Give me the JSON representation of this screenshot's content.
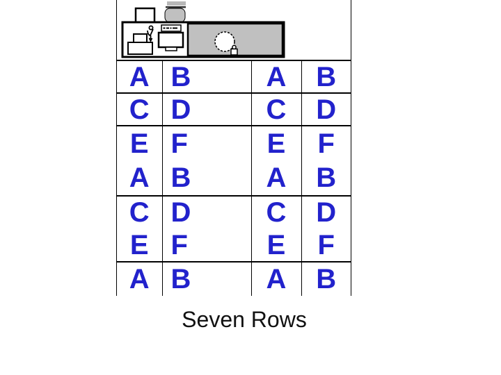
{
  "page": {
    "background": "#ffffff",
    "type": "presentation-slide"
  },
  "colors": {
    "letter_blue": "#2222CC",
    "clipart_gray": "#C0C0C0",
    "line_black": "#000000",
    "caption_black": "#111111"
  },
  "clipart": {
    "name": "office-machine-clipart",
    "parts": [
      "box-icon",
      "jar-icon",
      "stacked-boxes-icon",
      "plug-cord-icon",
      "cash-register-icon",
      "gray-panel",
      "dial-circle-icon",
      "pawn-icon"
    ]
  },
  "table": {
    "rows": [
      [
        "A",
        "B",
        "A",
        "B"
      ],
      [
        "C",
        "D",
        "C",
        "D"
      ],
      [
        "E",
        "F",
        "E",
        "F"
      ],
      [
        "A",
        "B",
        "A",
        "B"
      ],
      [
        "C",
        "D",
        "C",
        "D"
      ],
      [
        "E",
        "F",
        "E",
        "F"
      ],
      [
        "A",
        "B",
        "A",
        "B"
      ]
    ]
  },
  "caption": {
    "text": "Seven Rows"
  }
}
